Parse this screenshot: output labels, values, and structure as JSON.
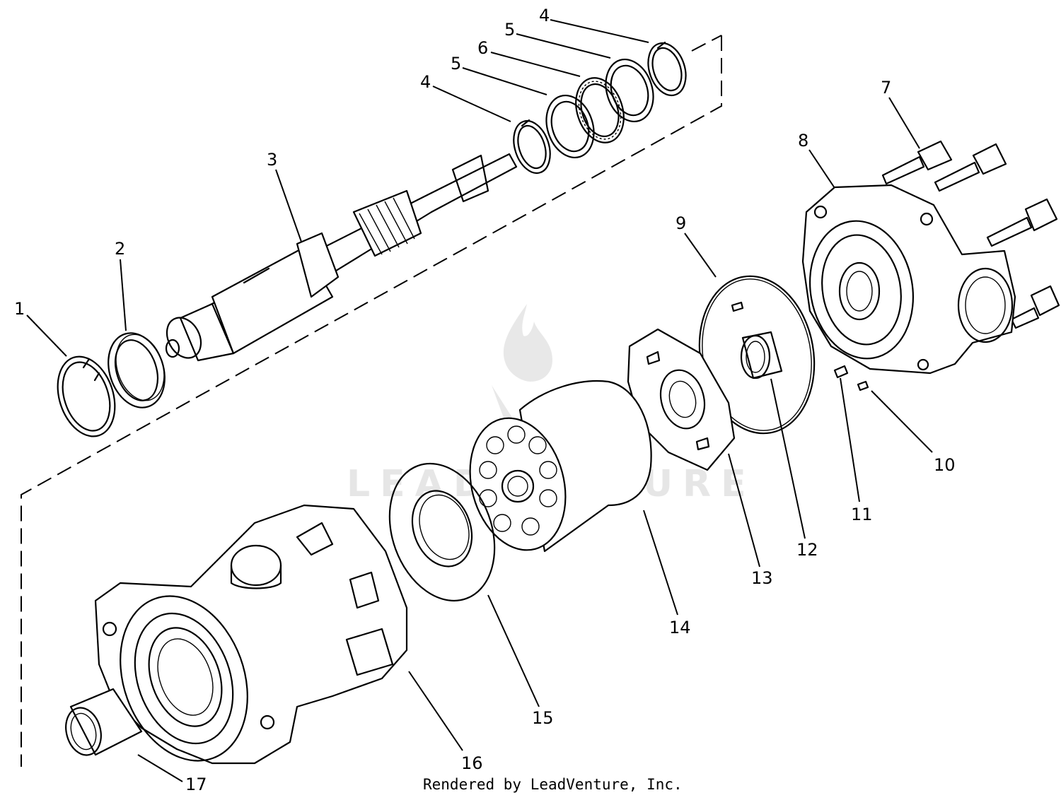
{
  "callouts": [
    {
      "id": "c1",
      "label": "1"
    },
    {
      "id": "c2",
      "label": "2"
    },
    {
      "id": "c3",
      "label": "3"
    },
    {
      "id": "c4a",
      "label": "4"
    },
    {
      "id": "c4b",
      "label": "4"
    },
    {
      "id": "c5a",
      "label": "5"
    },
    {
      "id": "c5b",
      "label": "5"
    },
    {
      "id": "c6",
      "label": "6"
    },
    {
      "id": "c7",
      "label": "7"
    },
    {
      "id": "c8",
      "label": "8"
    },
    {
      "id": "c9",
      "label": "9"
    },
    {
      "id": "c10",
      "label": "10"
    },
    {
      "id": "c11",
      "label": "11"
    },
    {
      "id": "c12",
      "label": "12"
    },
    {
      "id": "c13",
      "label": "13"
    },
    {
      "id": "c14",
      "label": "14"
    },
    {
      "id": "c15",
      "label": "15"
    },
    {
      "id": "c16",
      "label": "16"
    },
    {
      "id": "c17",
      "label": "17"
    }
  ],
  "credit": "Rendered by LeadVenture, Inc.",
  "watermark": "LEADVENTURE",
  "colors": {
    "line": "#000000",
    "background": "#ffffff",
    "watermark": "#e4e4e4"
  }
}
